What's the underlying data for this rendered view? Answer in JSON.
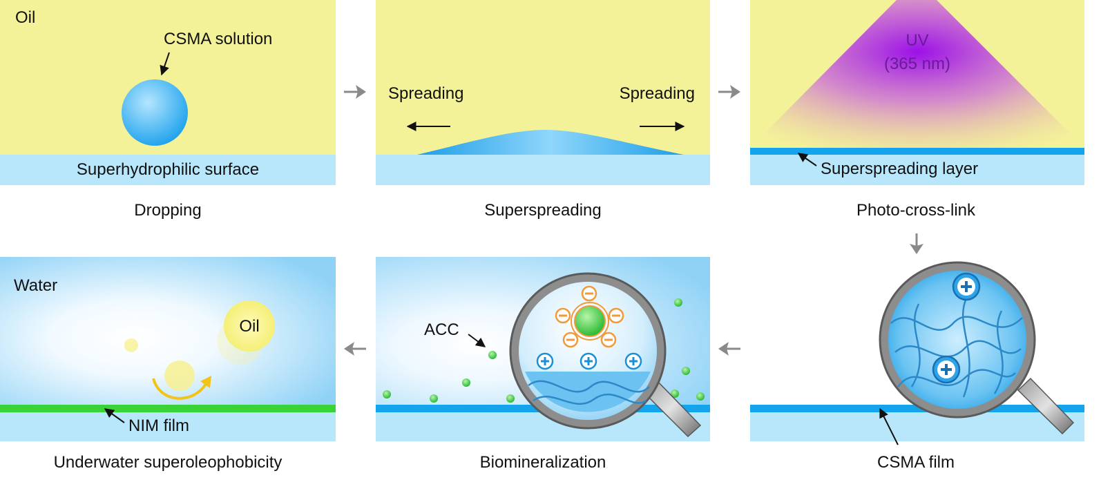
{
  "colors": {
    "oil": "#f4f298",
    "substrate": "#b8e6fa",
    "film": "#14a4ee",
    "nim_film": "#39d237",
    "uv": "#a020e0",
    "arrow_gray": "#8a8a8a",
    "negative_charge": "#f29a3a",
    "positive_charge": "#1a8fd6",
    "acc_particle": "#3fc84a"
  },
  "panels": {
    "dropping": {
      "medium_label": "Oil",
      "droplet_label": "CSMA solution",
      "surface_label": "Superhydrophilic surface",
      "caption": "Dropping"
    },
    "superspreading": {
      "left_label": "Spreading",
      "right_label": "Spreading",
      "caption": "Superspreading"
    },
    "photo_cross_link": {
      "uv_label": "UV",
      "uv_wavelength": "(365 nm)",
      "layer_label": "Superspreading layer",
      "caption": "Photo-cross-link"
    },
    "csma_film": {
      "film_label": "CSMA film",
      "magnifier_icon": "magnifier-icon",
      "charge_icon": "plus-charge-icon"
    },
    "biomineralization": {
      "particle_label": "ACC",
      "caption": "Biomineralization",
      "magnifier_icon": "magnifier-icon"
    },
    "underwater": {
      "medium_label": "Water",
      "droplet_label": "Oil",
      "film_label": "NIM film",
      "caption": "Underwater superoleophobicity"
    }
  },
  "flow_arrows": [
    "arrow-right-icon",
    "arrow-right-icon",
    "arrow-down-icon",
    "arrow-left-icon",
    "arrow-left-icon"
  ]
}
